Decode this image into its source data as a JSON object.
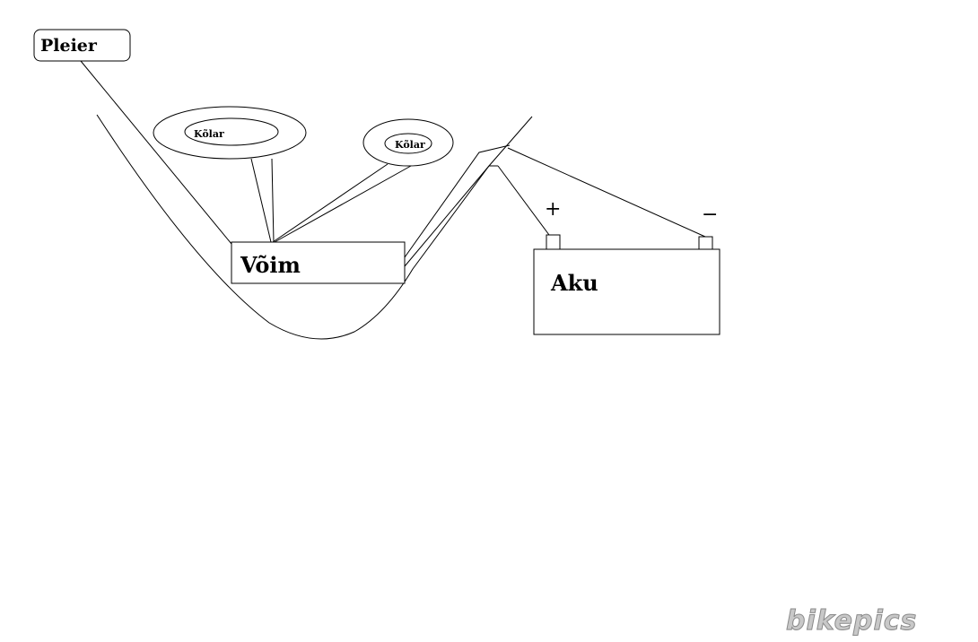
{
  "labels": {
    "player": "Pleier",
    "speaker_1": "Kõlar",
    "speaker_2": "Kõlar",
    "amplifier": "Võim",
    "battery": "Aku",
    "plus_terminal": "+",
    "minus_terminal": "−"
  },
  "watermark": "bikepics",
  "colors": {
    "line": "#000000",
    "background": "#ffffff",
    "watermark": "#c8c8c8",
    "watermark_stroke": "#8a8a8a"
  }
}
